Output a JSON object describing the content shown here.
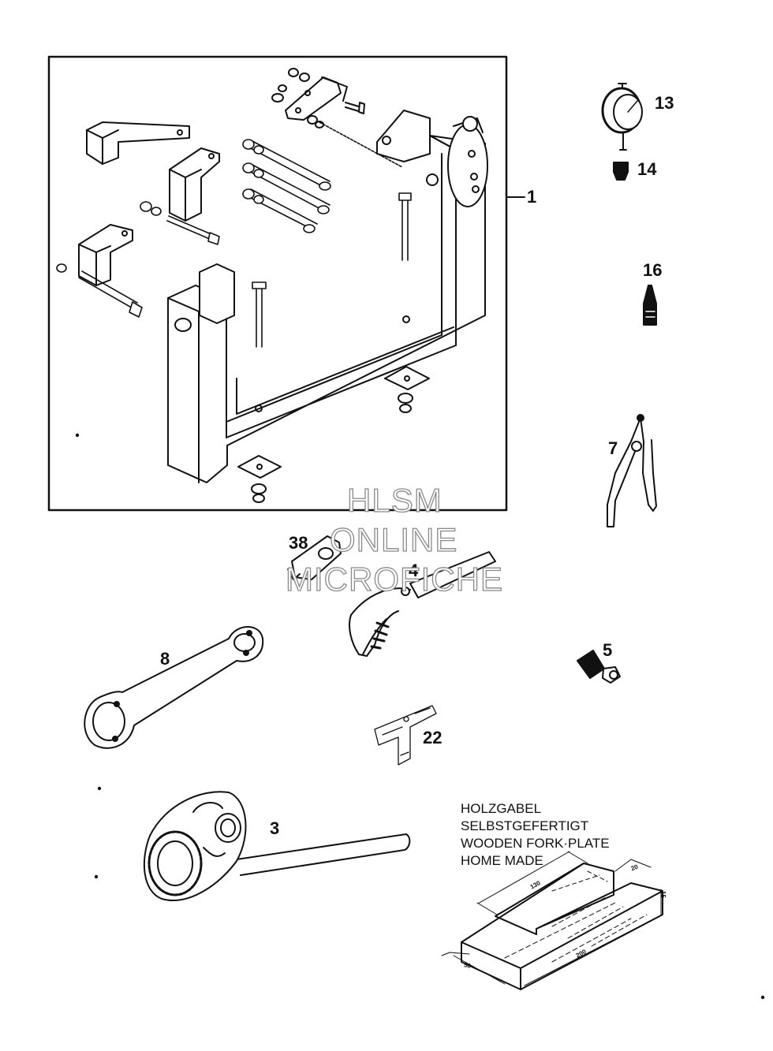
{
  "callouts": {
    "c1": "1",
    "c13": "13",
    "c14": "14",
    "c16": "16",
    "c7": "7",
    "c38": "38",
    "c4": "4",
    "c5": "5",
    "c8": "8",
    "c22": "22",
    "c3": "3"
  },
  "note": {
    "line1": "HOLZGABEL",
    "line2": "SELBSTGEFERTIGT",
    "line3": "WOODEN FORK·PLATE",
    "line4": "HOME MADE"
  },
  "dimensions": {
    "d130": "130",
    "d20": "20",
    "d15": "15",
    "d200": "200",
    "d50": "50"
  },
  "watermark": {
    "line1": "HLSM",
    "line2": "ONLINE",
    "line3": "MICROFICHE"
  }
}
